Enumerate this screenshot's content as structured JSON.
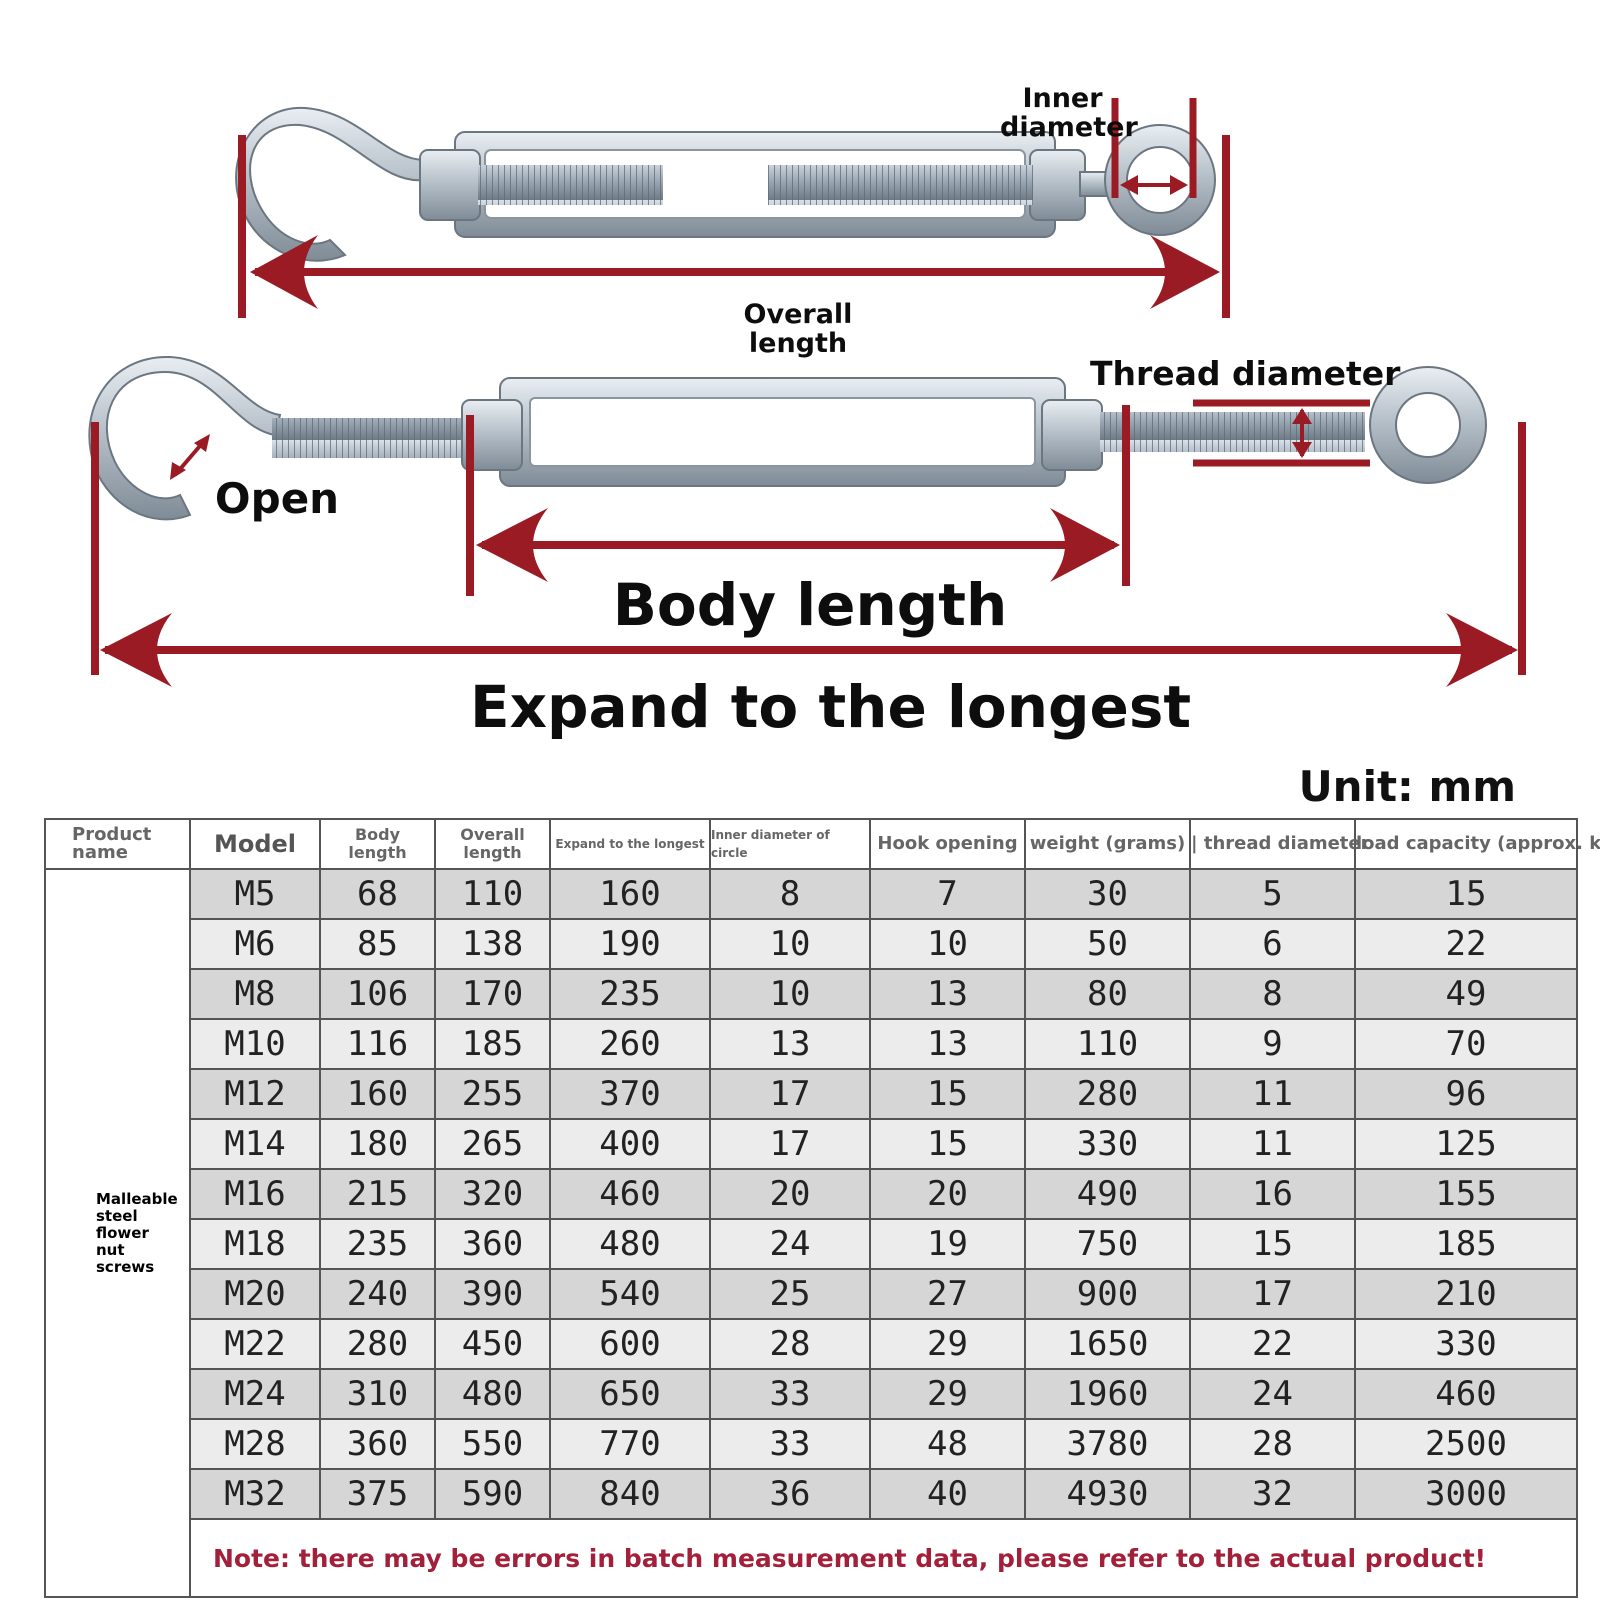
{
  "diagram": {
    "labels": {
      "inner_diameter": "Inner\ndiameter",
      "overall_length": "Overall\nlength",
      "thread_diameter": "Thread diameter",
      "open": "Open",
      "body_length": "Body length",
      "expand": "Expand to the longest"
    },
    "colors": {
      "arrow": "#9b1b24",
      "steel": "#b9c3cc"
    }
  },
  "unit": "Unit: mm",
  "table": {
    "headers": {
      "product_name": "Product\nname",
      "model": "Model",
      "body_length": "Body\nlength",
      "overall_length": "Overall\nlength",
      "expand": "Expand to the longest",
      "inner_diameter": "Inner diameter of circle",
      "hook_opening": "Hook opening",
      "weight": "weight (grams)",
      "thread_diameter": "| thread diameter",
      "load_capacity": "load capacity (approx. kg)"
    },
    "product_name": "Malleable\nsteel\nflower\nnut\nscrews",
    "rows": [
      [
        "M5",
        "68",
        "110",
        "160",
        "8",
        "7",
        "30",
        "5",
        "15"
      ],
      [
        "M6",
        "85",
        "138",
        "190",
        "10",
        "10",
        "50",
        "6",
        "22"
      ],
      [
        "M8",
        "106",
        "170",
        "235",
        "10",
        "13",
        "80",
        "8",
        "49"
      ],
      [
        "M10",
        "116",
        "185",
        "260",
        "13",
        "13",
        "110",
        "9",
        "70"
      ],
      [
        "M12",
        "160",
        "255",
        "370",
        "17",
        "15",
        "280",
        "11",
        "96"
      ],
      [
        "M14",
        "180",
        "265",
        "400",
        "17",
        "15",
        "330",
        "11",
        "125"
      ],
      [
        "M16",
        "215",
        "320",
        "460",
        "20",
        "20",
        "490",
        "16",
        "155"
      ],
      [
        "M18",
        "235",
        "360",
        "480",
        "24",
        "19",
        "750",
        "15",
        "185"
      ],
      [
        "M20",
        "240",
        "390",
        "540",
        "25",
        "27",
        "900",
        "17",
        "210"
      ],
      [
        "M22",
        "280",
        "450",
        "600",
        "28",
        "29",
        "1650",
        "22",
        "330"
      ],
      [
        "M24",
        "310",
        "480",
        "650",
        "33",
        "29",
        "1960",
        "24",
        "460"
      ],
      [
        "M28",
        "360",
        "550",
        "770",
        "33",
        "48",
        "3780",
        "28",
        "2500"
      ],
      [
        "M32",
        "375",
        "590",
        "840",
        "36",
        "40",
        "4930",
        "32",
        "3000"
      ]
    ],
    "note": "Note: there may be errors in batch measurement data, please refer to the actual product!"
  }
}
